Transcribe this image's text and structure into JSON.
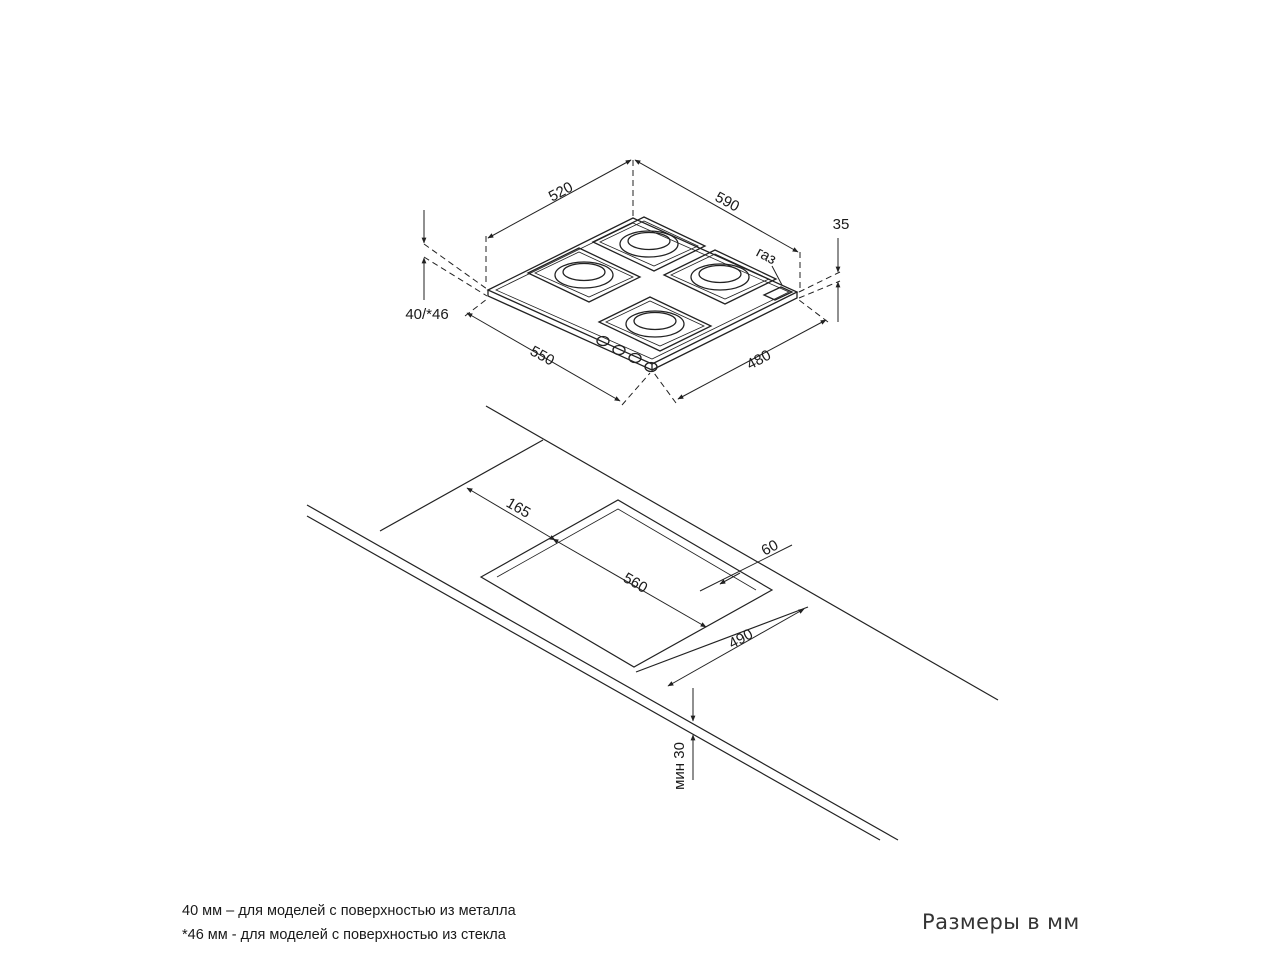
{
  "diagram": {
    "hob_dimensions": {
      "depth_top": "520",
      "width_top": "590",
      "height_rear": "35",
      "height_front": "40/*46",
      "width_bottom": "550",
      "depth_bottom": "480",
      "gas_label": "газ"
    },
    "cutout_dimensions": {
      "offset_back": "165",
      "cutout_width": "560",
      "offset_side": "60",
      "cutout_depth": "490",
      "min_clearance": "мин 30"
    },
    "notes": [
      "40 мм – для моделей  с поверхностью  из металла",
      "*46 мм - для моделей  с поверхностью  из стекла"
    ],
    "units_label": "Размеры в мм"
  }
}
